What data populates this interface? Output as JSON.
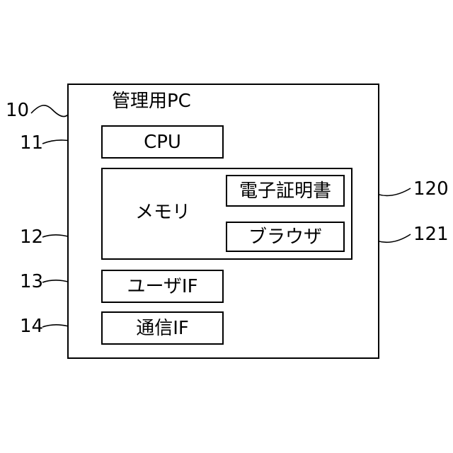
{
  "diagram": {
    "title": "管理用PC",
    "components": {
      "cpu": "CPU",
      "memory": "メモリ",
      "certificate": "電子証明書",
      "browser": "ブラウザ",
      "user_if": "ユーザIF",
      "comm_if": "通信IF"
    },
    "refs": {
      "pc": "10",
      "cpu": "11",
      "memory": "12",
      "user_if": "13",
      "comm_if": "14",
      "certificate": "120",
      "browser": "121"
    }
  }
}
